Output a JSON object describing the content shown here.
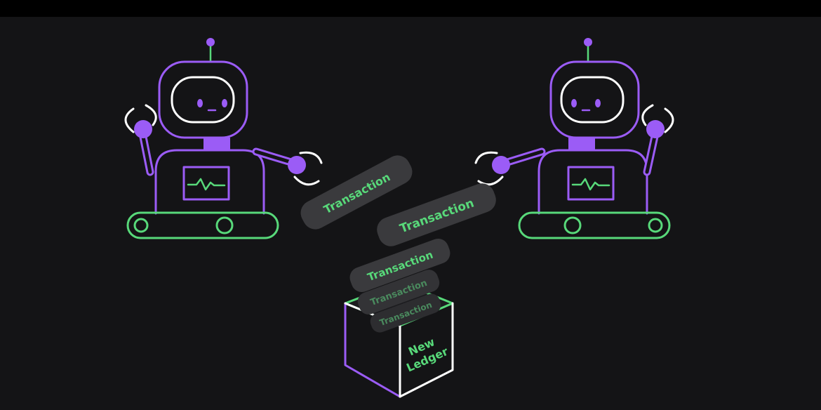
{
  "colors": {
    "background": "#141416",
    "topbar": "#000000",
    "robot_outline": "#9b5cf6",
    "robot_joint": "#9b5cf6",
    "tread": "#58d97a",
    "accent_green": "#58d97a",
    "claw": "#ffffff",
    "card_fill": "#3a3a3d"
  },
  "cards": [
    {
      "label": "Transaction"
    },
    {
      "label": "Transaction"
    },
    {
      "label": "Transaction"
    },
    {
      "label": "Transaction"
    },
    {
      "label": "Transaction"
    }
  ],
  "ledger": {
    "line1": "New",
    "line2": "Ledger"
  },
  "robots": [
    {
      "icon": "robot-left-icon"
    },
    {
      "icon": "robot-right-icon"
    }
  ]
}
